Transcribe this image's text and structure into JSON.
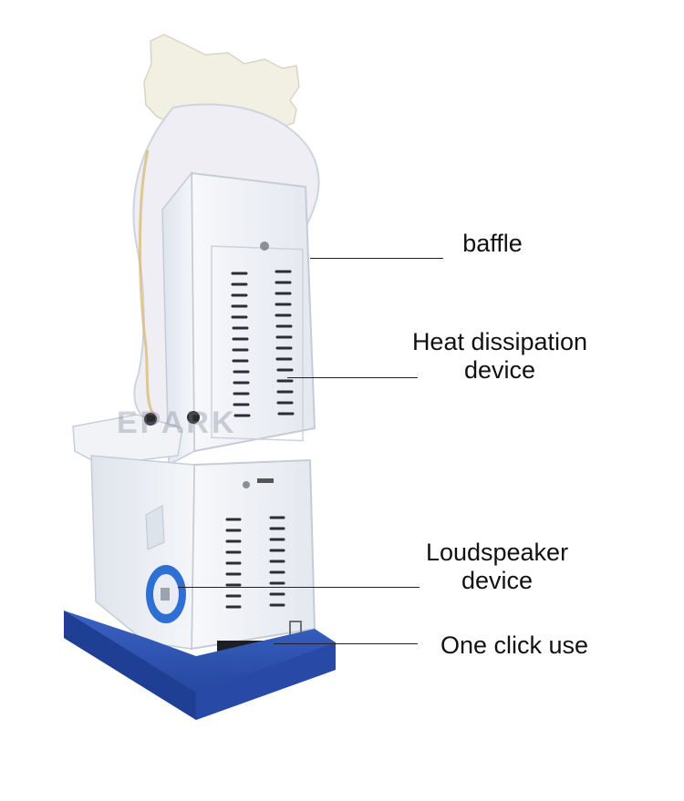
{
  "watermark": "EPARK",
  "callouts": [
    {
      "id": "baffle",
      "text": "baffle"
    },
    {
      "id": "heat",
      "text": "Heat dissipation\ndevice"
    },
    {
      "id": "speaker",
      "text": "Loudspeaker\ndevice"
    },
    {
      "id": "oneclick",
      "text": "One click use"
    }
  ],
  "colors": {
    "cabinet": "#eef1f6",
    "cabinet_shadow": "#c9d0dc",
    "base_blue": "#2f57b8",
    "speaker_ring": "#2d6fd3"
  }
}
